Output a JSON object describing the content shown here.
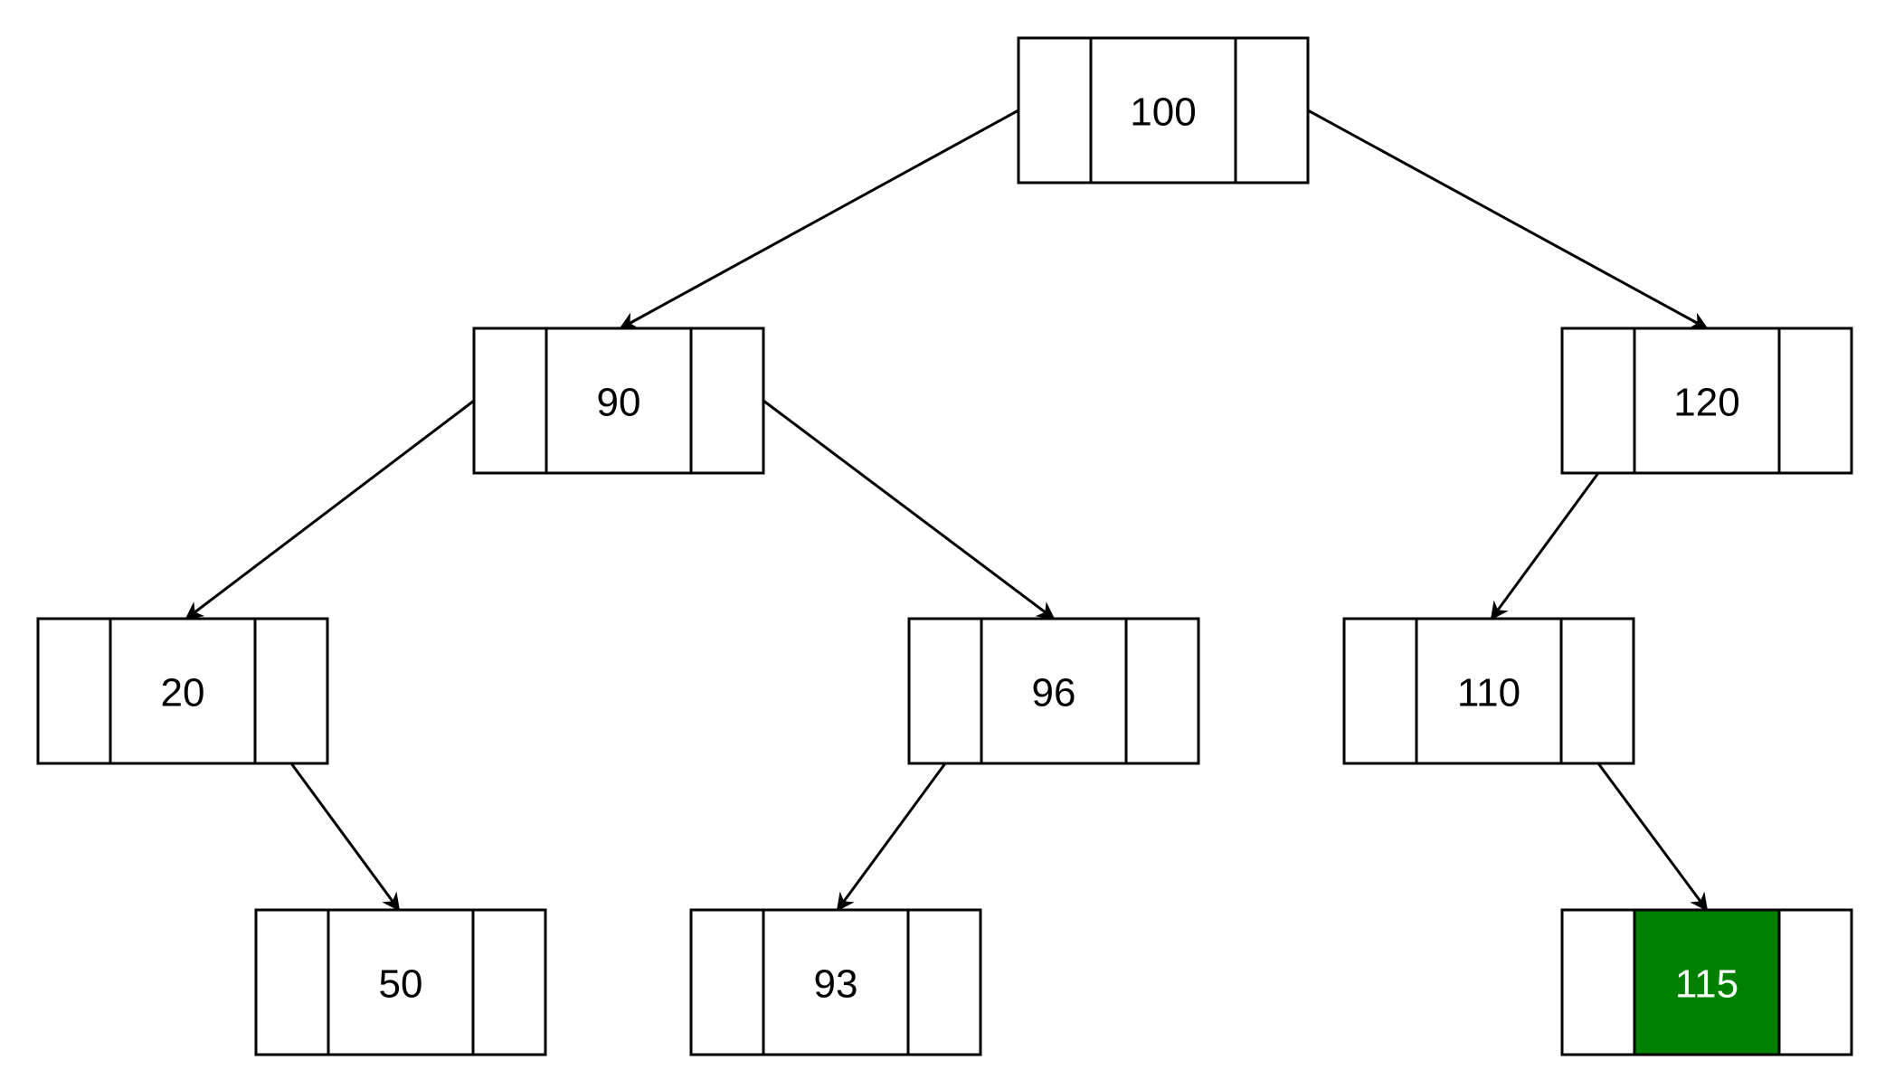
{
  "diagram": {
    "nodes": [
      {
        "id": "n100",
        "value": "100",
        "highlighted": false
      },
      {
        "id": "n90",
        "value": "90",
        "highlighted": false
      },
      {
        "id": "n120",
        "value": "120",
        "highlighted": false
      },
      {
        "id": "n20",
        "value": "20",
        "highlighted": false
      },
      {
        "id": "n96",
        "value": "96",
        "highlighted": false
      },
      {
        "id": "n110",
        "value": "110",
        "highlighted": false
      },
      {
        "id": "n50",
        "value": "50",
        "highlighted": false
      },
      {
        "id": "n93",
        "value": "93",
        "highlighted": false
      },
      {
        "id": "n115",
        "value": "115",
        "highlighted": true
      }
    ],
    "edges": [
      {
        "from": "n100",
        "to": "n90"
      },
      {
        "from": "n100",
        "to": "n120"
      },
      {
        "from": "n90",
        "to": "n20"
      },
      {
        "from": "n90",
        "to": "n96"
      },
      {
        "from": "n120",
        "to": "n110"
      },
      {
        "from": "n20",
        "to": "n50"
      },
      {
        "from": "n96",
        "to": "n93"
      },
      {
        "from": "n110",
        "to": "n115"
      }
    ],
    "colors": {
      "stroke": "#000000",
      "fill": "#ffffff",
      "highlight_fill": "#008000",
      "text": "#000000",
      "highlight_text": "#ffffff"
    }
  }
}
